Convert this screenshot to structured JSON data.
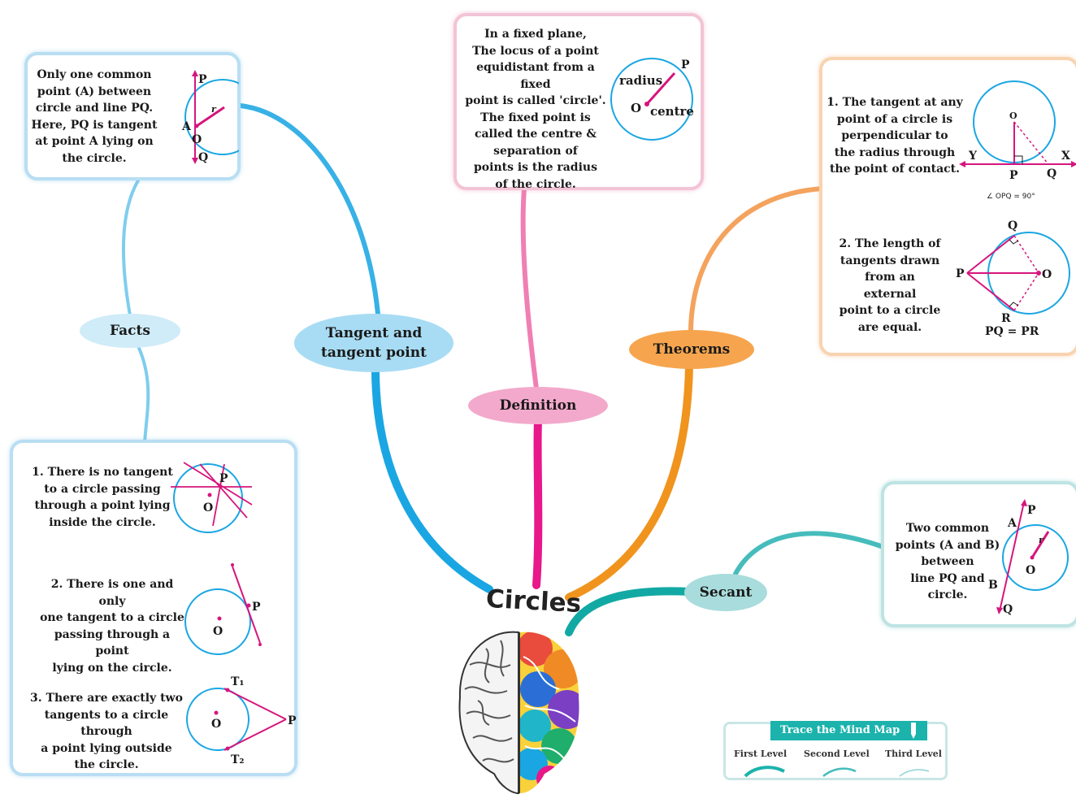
{
  "center": {
    "title": "Circles"
  },
  "branches": {
    "facts": "Facts",
    "tangent": "Tangent and\ntangent point",
    "definition": "Definition",
    "theorems": "Theorems",
    "secant": "Secant"
  },
  "tangent_box": {
    "text": "Only one common\npoint (A) between\ncircle and line PQ.\nHere, PQ is tangent\nat point A lying on\nthe circle.",
    "labels": {
      "p": "P",
      "a": "A",
      "q": "Q",
      "o": "O",
      "r": "r"
    }
  },
  "definition_box": {
    "text": "In a fixed plane,\nThe locus of a point\nequidistant from a fixed\npoint is called 'circle'.\nThe fixed point is\ncalled the centre &\nseparation of\npoints is the radius\nof the circle.",
    "labels": {
      "radius": "radius",
      "p": "P",
      "o": "O",
      "centre": "centre"
    }
  },
  "theorems_box": {
    "t1": "1. The tangent at any\npoint of a circle is\nperpendicular to\nthe radius through\nthe point of contact.",
    "t1_labels": {
      "o": "O",
      "y": "Y",
      "x": "X",
      "p": "P",
      "q": "Q",
      "angle": "∠ OPQ = 90°"
    },
    "t2": "2. The length of\ntangents drawn\nfrom an external\npoint to a circle\nare equal.",
    "t2_labels": {
      "q": "Q",
      "p": "P",
      "o": "O",
      "r": "R",
      "eq": "PQ = PR"
    }
  },
  "facts_box": {
    "f1": "1. There is no tangent\nto a circle passing\nthrough a point lying\ninside the circle.",
    "f1_labels": {
      "p": "P",
      "o": "O"
    },
    "f2": "2. There is one and only\none tangent to a circle\npassing through a point\nlying on the circle.",
    "f2_labels": {
      "p": "P",
      "o": "O"
    },
    "f3": "3. There are exactly two\ntangents to a circle through\na point lying outside\nthe circle.",
    "f3_labels": {
      "t1": "T₁",
      "o": "O",
      "p": "P",
      "t2": "T₂"
    }
  },
  "secant_box": {
    "text": "Two common\npoints (A and B)\nbetween\nline PQ and\ncircle.",
    "labels": {
      "a": "A",
      "p": "P",
      "b": "B",
      "q": "Q",
      "o": "O",
      "r": "r"
    }
  },
  "legend": {
    "title": "Trace the Mind Map",
    "first": "First Level",
    "second": "Second Level",
    "third": "Third Level"
  },
  "colors": {
    "blue": "#1aa6e3",
    "light_blue": "#64c3ec",
    "pink": "#e8178a",
    "light_pink": "#f07fb3",
    "orange": "#f0941e",
    "light_orange": "#f4a35e",
    "teal": "#12a9a4",
    "light_teal": "#46bcbc",
    "magenta": "#d6157d",
    "bubble_blue": "#a8dcf4",
    "bubble_pink": "#f3a9cb",
    "bubble_orange": "#f6a54e",
    "bubble_teal": "#a9dcdc"
  },
  "icons": [
    "brain-icon",
    "pencil-icon"
  ]
}
